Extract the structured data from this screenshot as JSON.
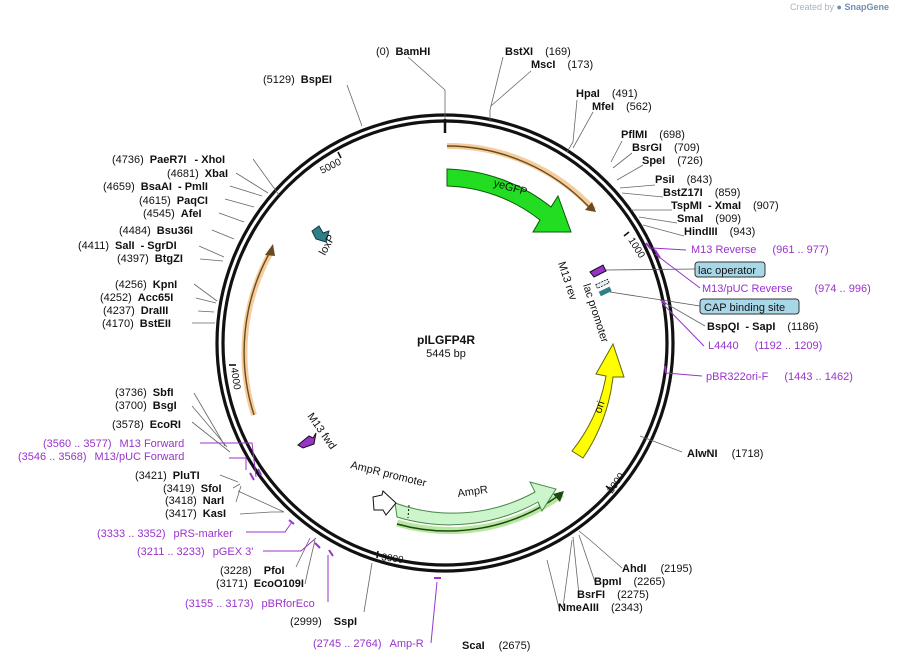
{
  "branding": {
    "created_by": "Created by",
    "brand": "SnapGene"
  },
  "plasmid": {
    "name": "pILGFP4R",
    "length_label": "5445 bp",
    "length": 5445
  },
  "colors": {
    "yeGFP": "#22dd22",
    "ori": "#ffff00",
    "AmpR": "#ccf5cc",
    "primer": "#9933cc",
    "misc_feature": "#a8d8e8",
    "loxP": "#2e7f88",
    "orf": "#f0b870"
  },
  "ticks": [
    "1000",
    "2000",
    "3000",
    "4000",
    "5000"
  ],
  "features": [
    {
      "label": "yeGFP",
      "icon": "arrow"
    },
    {
      "label": "ori",
      "icon": "arrow"
    },
    {
      "label": "AmpR",
      "icon": "arrow"
    },
    {
      "label": "AmpR promoter",
      "icon": "arrow"
    },
    {
      "label": "loxP",
      "icon": "arrow"
    },
    {
      "label": "lac promoter",
      "icon": "arrow"
    },
    {
      "label": "M13 rev",
      "icon": "arrow"
    },
    {
      "label": "M13 fwd",
      "icon": "arrow"
    }
  ],
  "boxed_labels": [
    "lac operator",
    "CAP binding site"
  ],
  "sites": [
    {
      "name": "BamHI",
      "pos": "(0)"
    },
    {
      "name": "BstXI",
      "pos": "(169)"
    },
    {
      "name": "MscI",
      "pos": "(173)"
    },
    {
      "name": "HpaI",
      "pos": "(491)"
    },
    {
      "name": "MfeI",
      "pos": "(562)"
    },
    {
      "name": "PflMI",
      "pos": "(698)"
    },
    {
      "name": "BsrGI",
      "pos": "(709)"
    },
    {
      "name": "SpeI",
      "pos": "(726)"
    },
    {
      "name": "PsiI",
      "pos": "(843)"
    },
    {
      "name": "BstZ17I",
      "pos": "(859)"
    },
    {
      "name": "TspMI",
      "name2": "XmaI",
      "pos": "(907)"
    },
    {
      "name": "SmaI",
      "pos": "(909)"
    },
    {
      "name": "HindIII",
      "pos": "(943)"
    },
    {
      "name": "BspQI",
      "name2": "SapI",
      "pos": "(1186)"
    },
    {
      "name": "AlwNI",
      "pos": "(1718)"
    },
    {
      "name": "AhdI",
      "pos": "(2195)"
    },
    {
      "name": "BpmI",
      "pos": "(2265)"
    },
    {
      "name": "BsrFI",
      "pos": "(2275)"
    },
    {
      "name": "NmeAIII",
      "pos": "(2343)"
    },
    {
      "name": "ScaI",
      "pos": "(2675)"
    },
    {
      "name": "SspI",
      "pos": "(2999)"
    },
    {
      "name": "EcoO109I",
      "pos": "(3171)"
    },
    {
      "name": "PfoI",
      "pos": "(3228)"
    },
    {
      "name": "KasI",
      "pos": "(3417)"
    },
    {
      "name": "NarI",
      "pos": "(3418)"
    },
    {
      "name": "SfoI",
      "pos": "(3419)"
    },
    {
      "name": "PluTI",
      "pos": "(3421)"
    },
    {
      "name": "EcoRI",
      "pos": "(3578)"
    },
    {
      "name": "BsgI",
      "pos": "(3700)"
    },
    {
      "name": "SbfI",
      "pos": "(3736)"
    },
    {
      "name": "BstEII",
      "pos": "(4170)"
    },
    {
      "name": "DraIII",
      "pos": "(4237)"
    },
    {
      "name": "Acc65I",
      "pos": "(4252)"
    },
    {
      "name": "KpnI",
      "pos": "(4256)"
    },
    {
      "name": "BtgZI",
      "pos": "(4397)"
    },
    {
      "name": "SalI",
      "name2": "SgrDI",
      "pos": "(4411)"
    },
    {
      "name": "Bsu36I",
      "pos": "(4484)"
    },
    {
      "name": "AfeI",
      "pos": "(4545)"
    },
    {
      "name": "PaqCI",
      "pos": "(4615)"
    },
    {
      "name": "BsaAI",
      "name2": "PmlI",
      "pos": "(4659)"
    },
    {
      "name": "XbaI",
      "pos": "(4681)"
    },
    {
      "name": "PaeR7I",
      "name2": "XhoI",
      "pos": "(4736)"
    },
    {
      "name": "BspEI",
      "pos": "(5129)"
    }
  ],
  "primers": [
    {
      "name": "M13 Reverse",
      "range": "(961 .. 977)"
    },
    {
      "name": "M13/pUC Reverse",
      "range": "(974 .. 996)"
    },
    {
      "name": "L4440",
      "range": "(1192 .. 1209)"
    },
    {
      "name": "pBR322ori-F",
      "range": "(1443 .. 1462)"
    },
    {
      "name": "Amp-R",
      "range": "(2745 .. 2764)"
    },
    {
      "name": "pBRforEco",
      "range": "(3155 .. 3173)"
    },
    {
      "name": "pGEX 3'",
      "range": "(3211 .. 3233)"
    },
    {
      "name": "pRS-marker",
      "range": "(3333 .. 3352)"
    },
    {
      "name": "M13/pUC Forward",
      "range": "(3546 .. 3568)"
    },
    {
      "name": "M13 Forward",
      "range": "(3560 .. 3577)"
    }
  ]
}
